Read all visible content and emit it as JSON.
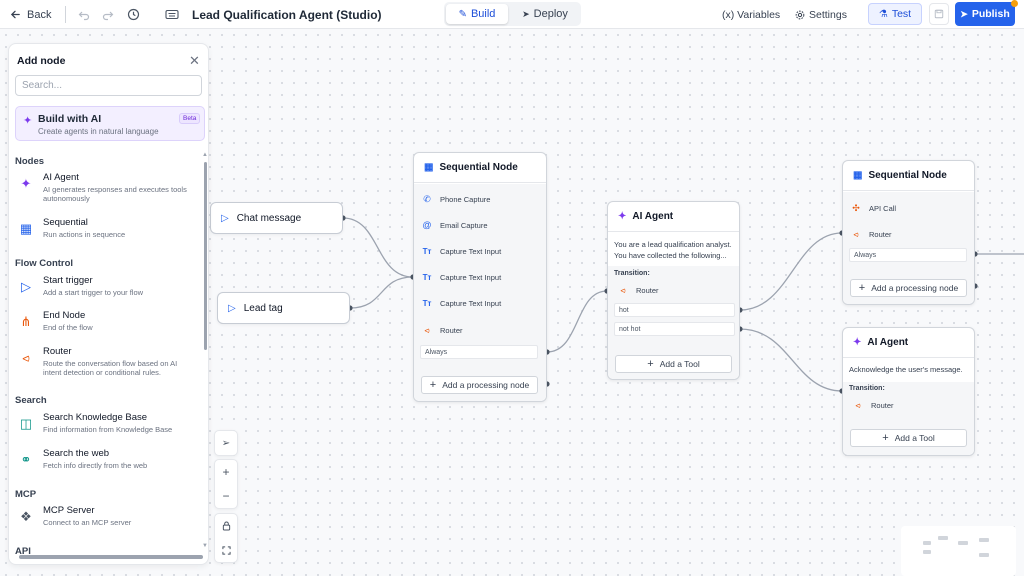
{
  "topbar": {
    "back_label": "Back",
    "title": "Lead Qualification Agent (Studio)",
    "build_label": "Build",
    "deploy_label": "Deploy",
    "variables_label": "(x) Variables",
    "settings_label": "Settings",
    "test_label": "Test",
    "publish_label": "Publish"
  },
  "panel": {
    "title": "Add node",
    "search_placeholder": "Search...",
    "build_ai": {
      "title": "Build with AI",
      "subtitle": "Create agents in natural language",
      "badge": "Beta"
    },
    "sections": {
      "nodes": "Nodes",
      "flow_control": "Flow Control",
      "search": "Search",
      "mcp": "MCP",
      "api": "API"
    },
    "items": [
      {
        "title": "AI Agent",
        "subtitle": "AI generates responses and executes tools autonomously"
      },
      {
        "title": "Sequential",
        "subtitle": "Run actions in sequence"
      },
      {
        "title": "Start trigger",
        "subtitle": "Add a start trigger to your flow"
      },
      {
        "title": "End Node",
        "subtitle": "End of the flow"
      },
      {
        "title": "Router",
        "subtitle": "Route the conversation flow based on AI intent detection or conditional rules."
      },
      {
        "title": "Search Knowledge Base",
        "subtitle": "Find information from Knowledge Base"
      },
      {
        "title": "Search the web",
        "subtitle": "Fetch info directly from the web"
      },
      {
        "title": "MCP Server",
        "subtitle": "Connect to an MCP server"
      }
    ]
  },
  "triggers": {
    "chat": "Chat message",
    "lead": "Lead tag"
  },
  "seq1": {
    "title": "Sequential Node",
    "rows": [
      "Phone Capture",
      "Email Capture",
      "Capture Text Input",
      "Capture Text Input",
      "Capture Text Input",
      "Router"
    ],
    "condition": "Always",
    "add_label": "Add a processing node"
  },
  "ai1": {
    "title": "AI Agent",
    "description_1": "You are a lead qualification analyst.",
    "description_2": "You have collected the following...",
    "transition_label": "Transition:",
    "router_label": "Router",
    "conditions": [
      "hot",
      "not hot"
    ],
    "add_label": "Add a Tool"
  },
  "seq2": {
    "title": "Sequential Node",
    "rows": [
      "API Call",
      "Router"
    ],
    "condition": "Always",
    "add_label": "Add a processing node"
  },
  "ai2": {
    "title": "AI Agent",
    "description": "Acknowledge the user's message.",
    "transition_label": "Transition:",
    "router_label": "Router",
    "add_label": "Add a Tool"
  },
  "colors": {
    "primary": "#2563eb",
    "ai_purple": "#7c3aed",
    "router_orange": "#ea580c",
    "publish_dot": "#f59e0b"
  }
}
